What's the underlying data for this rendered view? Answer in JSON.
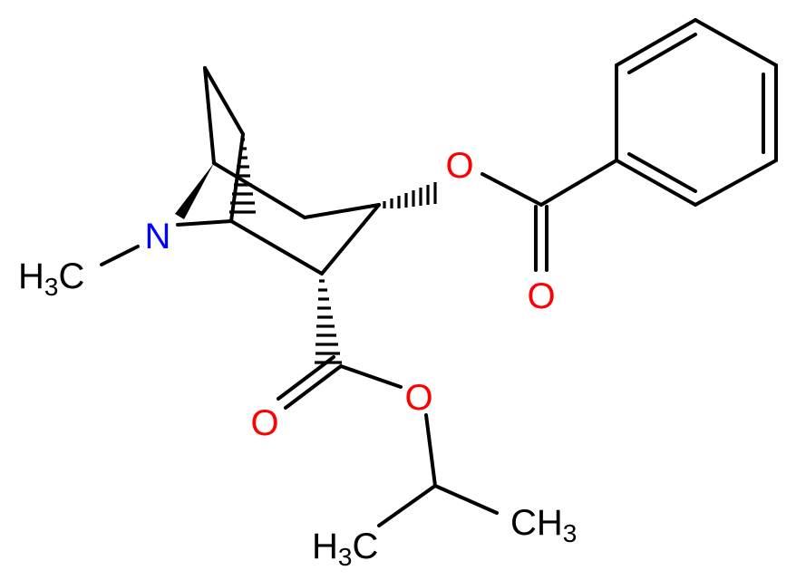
{
  "molecule": {
    "atoms": {
      "ring_nitrogen": "N",
      "ester_oxygen_benzoyl": "O",
      "carbonyl_oxygen_benzoyl": "O",
      "carbonyl_oxygen_ester": "O",
      "ester_oxygen_isopropyl": "O",
      "n_methyl": {
        "main": "H",
        "sub": "3",
        "tail": "C"
      },
      "isopropyl_methyl_left": {
        "main": "H",
        "sub": "3",
        "tail": "C"
      },
      "isopropyl_methyl_right": {
        "main": "CH",
        "sub": "3"
      }
    },
    "colors": {
      "carbon": "#000000",
      "nitrogen": "#0000ff",
      "oxygen": "#ff0000"
    }
  }
}
